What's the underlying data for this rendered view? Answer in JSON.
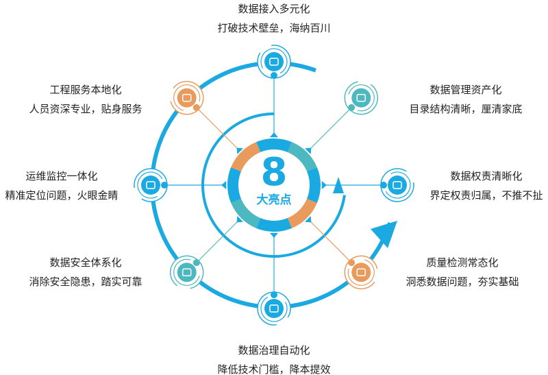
{
  "center": {
    "number": "8",
    "label": "大亮点"
  },
  "colors": {
    "blue": "#1aa9e1",
    "teal": "#4db8bf",
    "orange": "#e99a5d"
  },
  "items": [
    {
      "title": "数据接入多元化",
      "desc": "打破技术壁垒，海纳百川",
      "icon": "network-icon",
      "color": "blue"
    },
    {
      "title": "数据管理资产化",
      "desc": "目录结构清晰，厘清家底",
      "icon": "wallet-icon",
      "color": "teal"
    },
    {
      "title": "数据权责清晰化",
      "desc": "界定权责归属，不推不扯",
      "icon": "responsibility-badge-icon",
      "color": "blue"
    },
    {
      "title": "质量检测常态化",
      "desc": "洞悉数据问题，夯实基础",
      "icon": "quality-report-icon",
      "color": "orange"
    },
    {
      "title": "数据治理自动化",
      "desc": "降低技术门槛，降本提效",
      "icon": "automation-gear-icon",
      "color": "blue"
    },
    {
      "title": "数据安全体系化",
      "desc": "消除安全隐患，踏实可靠",
      "icon": "security-shield-icon",
      "color": "teal"
    },
    {
      "title": "运维监控一体化",
      "desc": "精准定位问题，火眼金睛",
      "icon": "monitor-icon",
      "color": "blue"
    },
    {
      "title": "工程服务本地化",
      "desc": "人员资深专业，贴身服务",
      "icon": "service-hand-icon",
      "color": "orange"
    }
  ]
}
